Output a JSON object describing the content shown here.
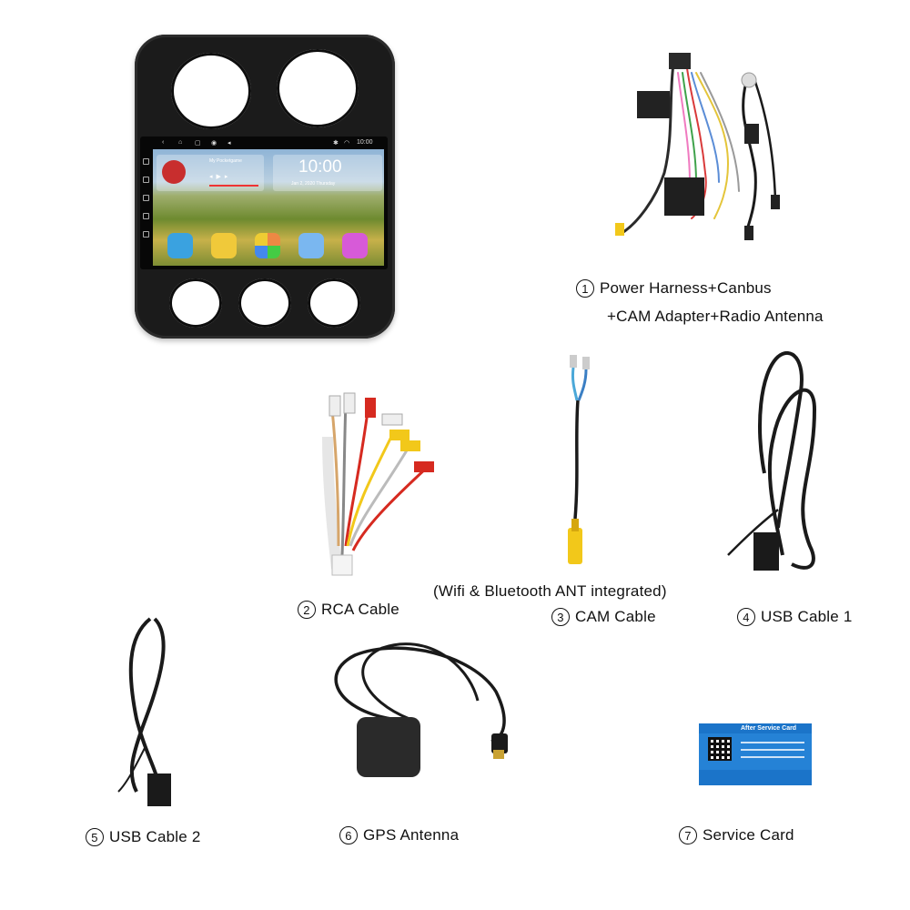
{
  "head_unit": {
    "clock": "10:00",
    "status_time": "10:00",
    "date": "Jan 2, 2020  Thursday",
    "widget_title": "My Pocketgame"
  },
  "captions": {
    "item1_num": "1",
    "item1_line1": "Power Harness+Canbus",
    "item1_line2": "+CAM Adapter+Radio Antenna",
    "item2_num": "2",
    "item2": "RCA Cable",
    "note": "(Wifi & Bluetooth ANT integrated)",
    "item3_num": "3",
    "item3": "CAM Cable",
    "item4_num": "4",
    "item4": "USB Cable 1",
    "item5_num": "5",
    "item5": "USB Cable 2",
    "item6_num": "6",
    "item6": "GPS Antenna",
    "item7_num": "7",
    "item7": "Service Card"
  },
  "service_card": {
    "title": "After Service Card"
  },
  "colors": {
    "cable_black": "#1a1a1a",
    "rca_red": "#d62a20",
    "rca_yellow": "#f2c81a",
    "rca_white": "#eeeeee",
    "card_blue": "#1b74c9"
  }
}
